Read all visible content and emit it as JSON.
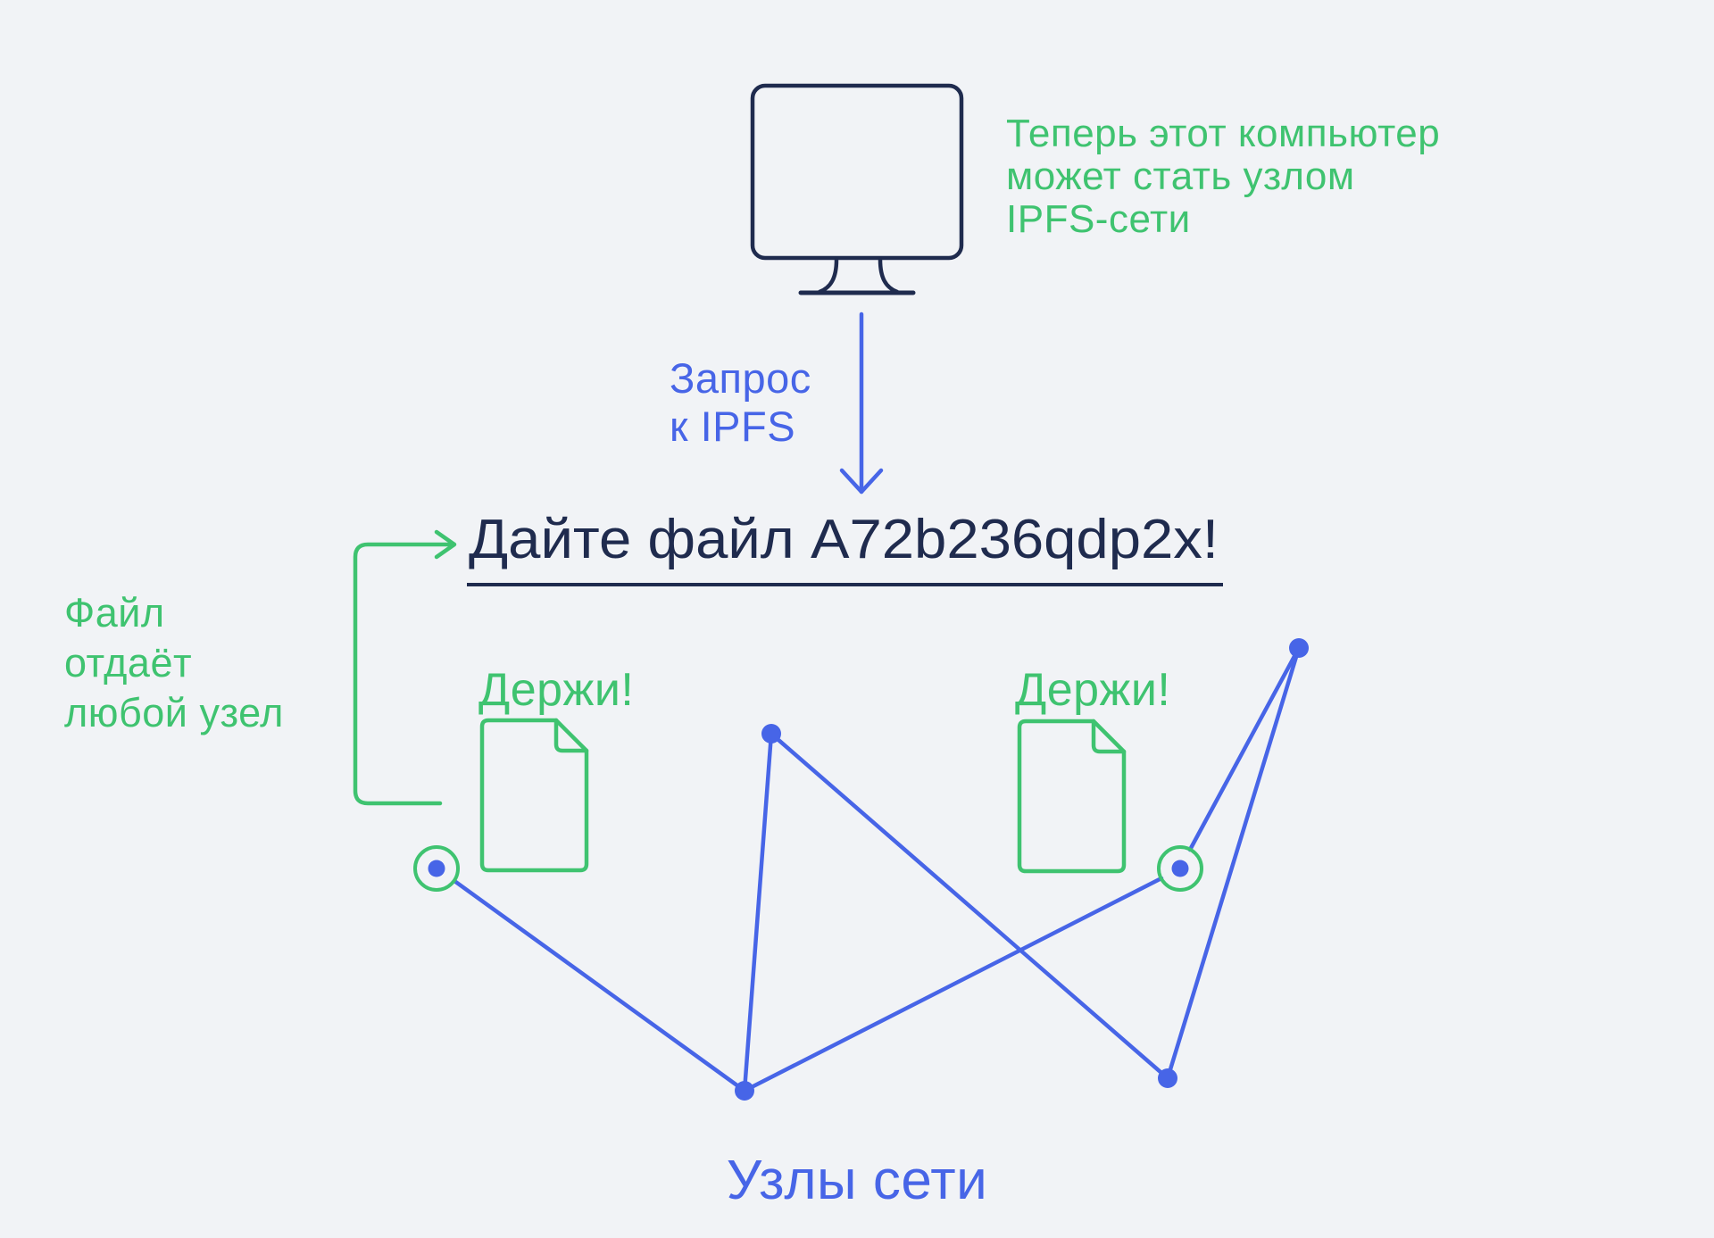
{
  "colors": {
    "background": "#f1f3f6",
    "navy": "#1f2b4e",
    "green": "#3fc370",
    "blue": "#4765e7"
  },
  "monitor_note": {
    "lines": [
      "Теперь этот компьютер",
      "может стать узлом",
      "IPFS-сети"
    ]
  },
  "request_label": {
    "lines": [
      "Запрос",
      "к IPFS"
    ]
  },
  "heading": {
    "text": "Дайте файл A72b236qdp2x!"
  },
  "file_note": {
    "lines": [
      "Файл",
      "отдаёт",
      "любой узел"
    ]
  },
  "node_callouts": [
    {
      "text": "Держи!"
    },
    {
      "text": "Держи!"
    }
  ],
  "network_caption": {
    "text": "Узлы сети"
  },
  "icons": {
    "monitor": "monitor-icon",
    "down_arrow": "down-arrow-icon",
    "callout_bracket": "bracket-arrow-icon",
    "document": "document-icon",
    "highlight_ring": "highlight-ring-icon",
    "node_dot": "node-dot-icon"
  }
}
